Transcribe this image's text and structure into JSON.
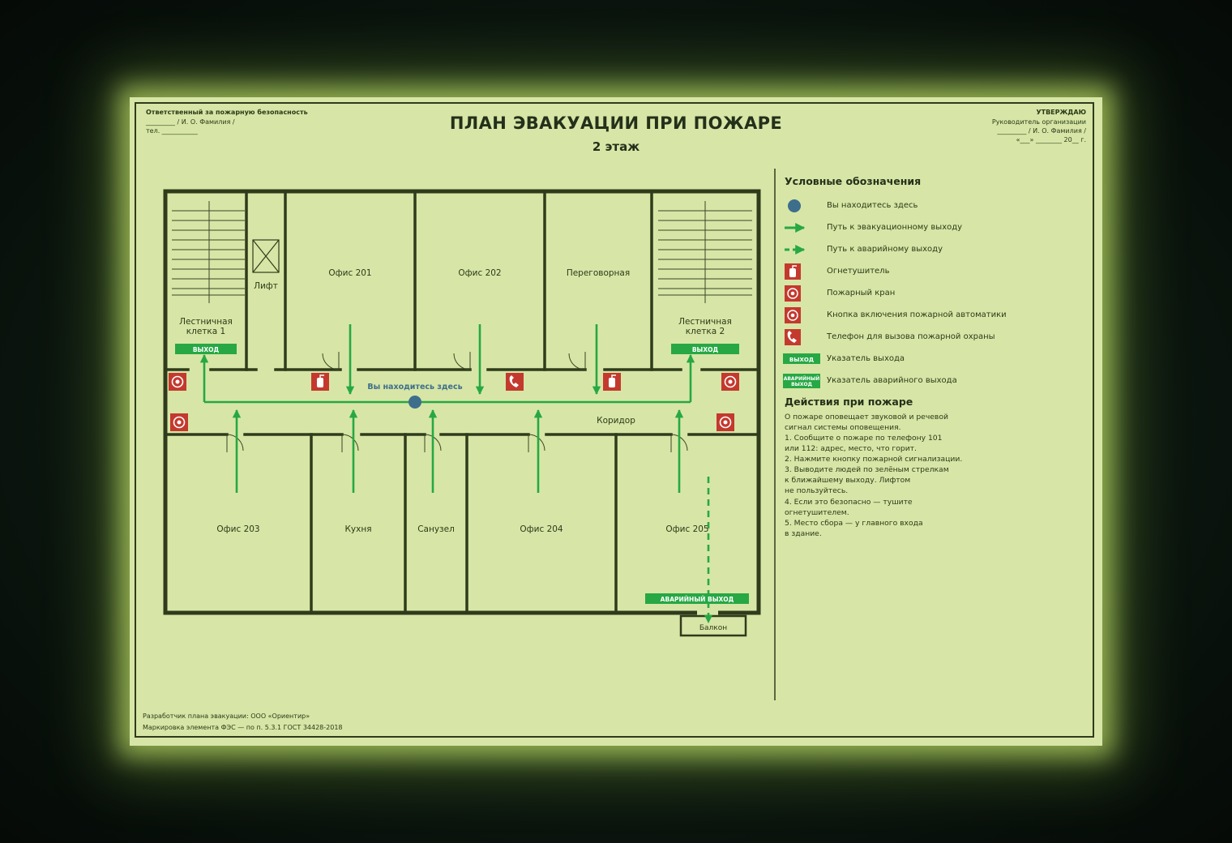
{
  "header": {
    "left": {
      "title": "Ответственный за пожарную безопасность",
      "line1": "_________ / И. О. Фамилия /",
      "line2": "тел. ___________"
    },
    "right": {
      "title": "УТВЕРЖДАЮ",
      "line1": "Руководитель организации",
      "line2": "_________ / И. О. Фамилия /",
      "line3": "«___» ________ 20__ г."
    },
    "title": "ПЛАН ЭВАКУАЦИИ ПРИ ПОЖАРЕ",
    "subtitle": "2 этаж"
  },
  "plan": {
    "rooms": {
      "stair1": [
        "Лестничная",
        "клетка 1"
      ],
      "stair2": [
        "Лестничная",
        "клетка 2"
      ],
      "lift": "Лифт",
      "office201": "Офис 201",
      "office202": "Офис 202",
      "meeting": "Переговорная",
      "corridor": "Коридор",
      "office203": "Офис 203",
      "kitchen": "Кухня",
      "wc": "Санузел",
      "office204": "Офис 204",
      "office205": "Офис 205",
      "balcony": "Балкон"
    },
    "exit_sign": "ВЫХОД",
    "emergency_exit_sign": "АВАРИЙНЫЙ ВЫХОД",
    "you_are_here": "Вы находитесь здесь"
  },
  "legend": {
    "title": "Условные обозначения",
    "items": [
      {
        "icon": "you-are-here-dot-icon",
        "label": "Вы находитесь здесь"
      },
      {
        "icon": "evacuation-path-arrow-icon",
        "label": "Путь к эвакуационному выходу"
      },
      {
        "icon": "emergency-path-dashed-arrow-icon",
        "label": "Путь к аварийному выходу"
      },
      {
        "icon": "fire-extinguisher-icon",
        "label": "Огнетушитель"
      },
      {
        "icon": "fire-hose-icon",
        "label": "Пожарный кран"
      },
      {
        "icon": "fire-alarm-button-icon",
        "label": "Кнопка включения пожарной автоматики"
      },
      {
        "icon": "fire-phone-icon",
        "label": "Телефон для вызова пожарной охраны"
      },
      {
        "icon": "exit-sign-icon",
        "label": "Указатель выхода",
        "sign": "ВЫХОД"
      },
      {
        "icon": "emergency-exit-sign-icon",
        "label": "Указатель аварийного выхода",
        "sign_line1": "АВАРИЙНЫЙ",
        "sign_line2": "ВЫХОД"
      }
    ]
  },
  "actions": {
    "title": "Действия при пожаре",
    "lines": [
      "О пожаре оповещает звуковой и речевой",
      "сигнал системы оповещения.",
      "1. Сообщите о пожаре по телефону 101",
      "или 112: адрес, место, что горит.",
      "2. Нажмите кнопку пожарной сигнализации.",
      "3. Выводите людей по зелёным стрелкам",
      "к ближайшему выходу. Лифтом",
      "не пользуйтесь.",
      "4. Если это безопасно — тушите",
      "огнетушителем.",
      "5. Место сбора — у главного входа",
      "в здание."
    ]
  },
  "footer": {
    "line1": "Разработчик плана эвакуации: ООО «Ориентир»",
    "line2": "Маркировка элемента ФЭС — по п. 5.3.1 ГОСТ 34428-2018"
  },
  "colors": {
    "wall": "#2f3b1b",
    "path_green": "#27a844",
    "sign_red": "#c4392e",
    "you_are_here_blue": "#3d6e8c",
    "poster_bg": "#d7e6a6"
  }
}
